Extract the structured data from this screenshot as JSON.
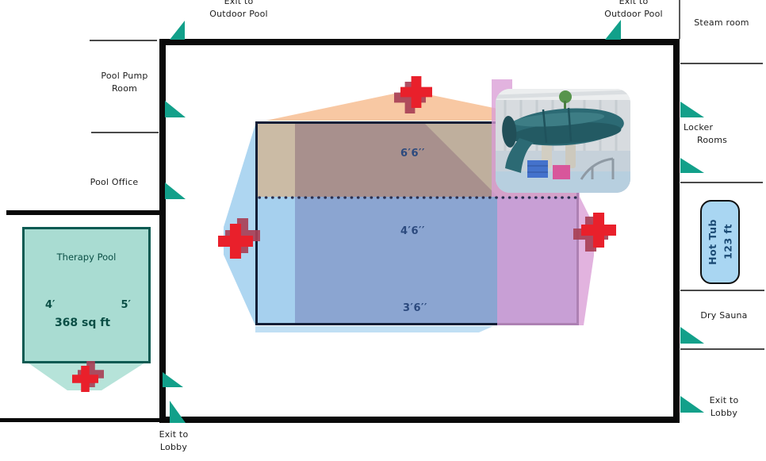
{
  "exits": {
    "outdoor_left": {
      "line1": "Exit to",
      "line2": "Outdoor Pool"
    },
    "outdoor_right": {
      "line1": "Exit to",
      "line2": "Outdoor Pool"
    },
    "lobby_right": {
      "line1": "Exit to",
      "line2": "Lobby"
    },
    "lobby_bottom": {
      "line1": "Exit to",
      "line2": "Lobby"
    }
  },
  "rooms": {
    "pool_pump": {
      "line1": "Pool Pump",
      "line2": "Room"
    },
    "pool_office": "Pool Office",
    "steam": "Steam room",
    "locker": {
      "line1": "Locker",
      "line2": "Rooms"
    },
    "dry_sauna": "Dry Sauna"
  },
  "hot_tub": {
    "name": "Hot Tub",
    "size": "123 ft"
  },
  "therapy_pool": {
    "name": "Therapy Pool",
    "depth_left": "4′",
    "depth_right": "5′",
    "area": "368 sq ft"
  },
  "main_pool": {
    "depth_deep": "6′6′′",
    "depth_mid": "4′6′′",
    "depth_shallow": "3′6′′"
  },
  "icons": {
    "door_marker": "teal-triangle-door",
    "first_aid_marker": "red-cross-first-aid",
    "photo": "indoor-water-slide-photo"
  },
  "colors": {
    "door_teal": "#12a08a",
    "cross_red": "#e9202b",
    "cross_shadow": "#a84056",
    "pool_blue": "#8ba5d1",
    "pool_light_blue": "#a6d0ee",
    "pool_tan": "#bfaf9d",
    "pool_mauve": "#a8908d",
    "pool_pink": "#da9ed6",
    "fan_peach": "#f8c8a3",
    "therapy_teal": "#a9dcd2",
    "hot_tub_blue": "#a9d6f2"
  }
}
